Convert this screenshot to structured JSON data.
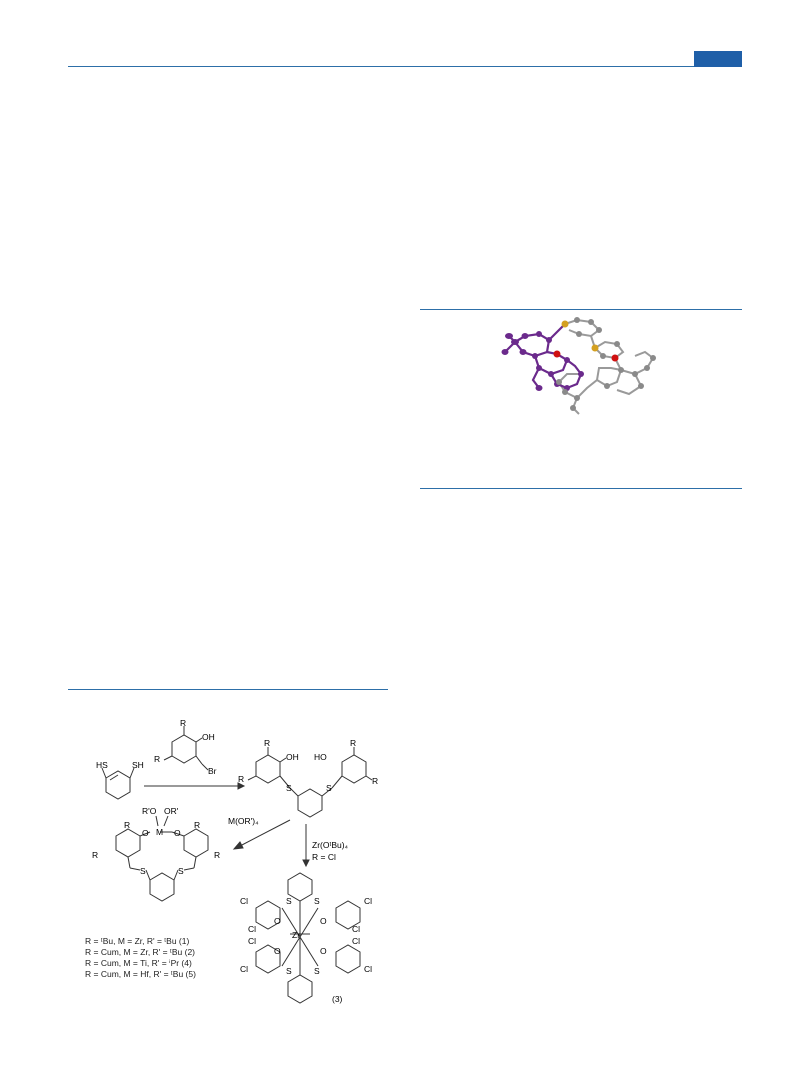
{
  "header": {
    "accent_color": "#2d6fa8",
    "tab_color": "#1f5fa8"
  },
  "scheme": {
    "reagent_top": "R",
    "reagent_oh": "OH",
    "reagent_br": "Br",
    "thiol_left": "HS",
    "thiol_right": "SH",
    "prod_oh": "OH",
    "prod_ho": "HO",
    "sulfur": "S",
    "r_sub": "R",
    "arrow1_reagent": "M(OR')₄",
    "arrow2_reagent": "Zr(OᵗBu)₄",
    "arrow2_condition": "R = Cl",
    "complex_ro": "R'O",
    "complex_or": "OR'",
    "metal": "M",
    "oxygen": "O",
    "zr": "Zr",
    "cl": "Cl",
    "compound3": "(3)",
    "legend": [
      "R = ᵗBu,   M = Zr,  R' = ᵗBu   (1)",
      "R = Cum, M = Zr,  R' = ᵗBu   (2)",
      "R = Cum, M = Ti,   R' = ⁱPr   (4)",
      "R = Cum, M = Hf,  R' = ᵗBu   (5)"
    ]
  },
  "crystal": {
    "purple": "#6b2a8c",
    "grey": "#8a8a8a",
    "sulfur_color": "#d4a020",
    "oxygen_color": "#d01010"
  }
}
